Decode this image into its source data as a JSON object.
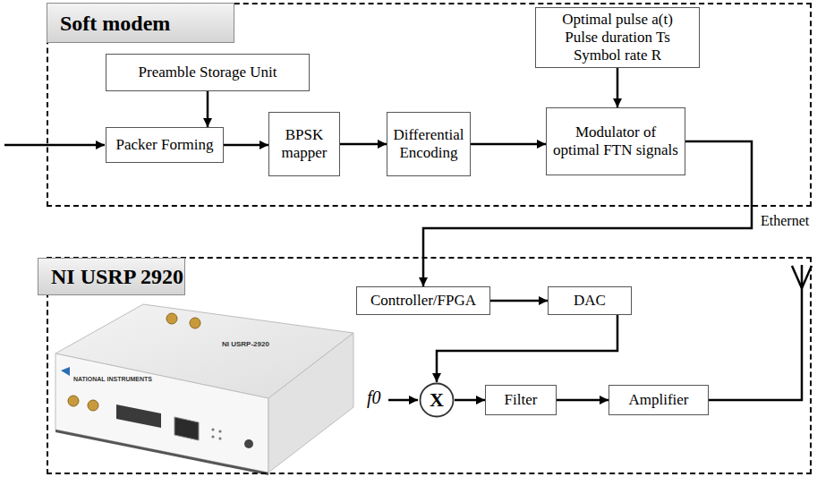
{
  "diagram": {
    "nodes": [
      {
        "text": [
          "Soft modem"
        ]
      },
      {
        "text": [
          "Preamble Storage Unit"
        ],
        "in": 0
      },
      {
        "text": [
          "Optimal pulse a(t)",
          "Pulse duration Ts",
          "Symbol rate R"
        ],
        "in": 0
      },
      {
        "text": [
          "Packer Forming"
        ],
        "in": 0
      },
      {
        "text": [
          "BPSK mapper"
        ],
        "in": 0
      },
      {
        "text": [
          "Differential Encoding"
        ],
        "in": 0
      },
      {
        "text": [
          "Modulator of optimal FTN signals"
        ],
        "in": 0
      },
      {
        "text": [
          "NI USRP 2920"
        ]
      },
      {
        "text": [
          "Controller/FPGA"
        ],
        "in": 7
      },
      {
        "text": [
          "DAC"
        ],
        "in": 7
      },
      {
        "text": [
          "X"
        ],
        "in": 7
      },
      {
        "text": [
          "Filter"
        ],
        "in": 7
      },
      {
        "text": [
          "Amplifier"
        ],
        "in": 7
      }
    ],
    "edges": [
      {
        "from": 1,
        "to": 3,
        "arrow": "to"
      },
      {
        "from": 2,
        "to": 6,
        "arrow": "to"
      },
      {
        "from": 3,
        "to": 4,
        "arrow": "to"
      },
      {
        "from": 4,
        "to": 5,
        "arrow": "to"
      },
      {
        "from": 5,
        "to": 6,
        "arrow": "to"
      },
      {
        "from": 6,
        "to": 8,
        "arrow": "to",
        "label": "Ethernet"
      },
      {
        "from": 8,
        "to": 9,
        "arrow": "to"
      },
      {
        "from": 9,
        "to": 10,
        "arrow": "to"
      },
      {
        "from": 10,
        "to": 11,
        "arrow": "to"
      },
      {
        "from": 11,
        "to": 12,
        "arrow": "to"
      }
    ],
    "labels": [
      "f0",
      "NATIONAL INSTRUMENTS",
      "NI USRP-2920"
    ]
  }
}
